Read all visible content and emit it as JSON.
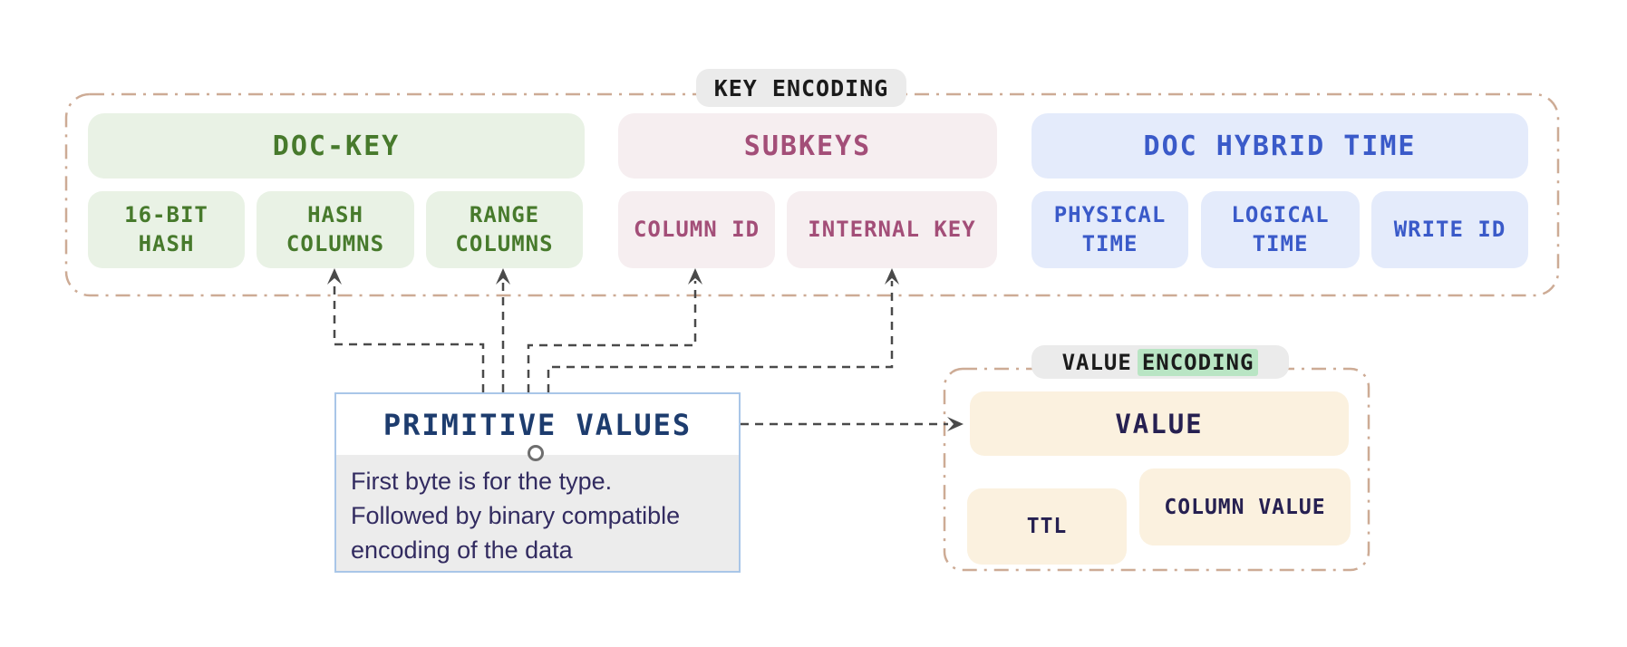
{
  "key_encoding": {
    "label": "KEY ENCODING",
    "groups": [
      {
        "title": "DOC-KEY",
        "items": [
          {
            "label": "16-BIT\nHASH"
          },
          {
            "label": "HASH\nCOLUMNS"
          },
          {
            "label": "RANGE\nCOLUMNS"
          }
        ]
      },
      {
        "title": "SUBKEYS",
        "items": [
          {
            "label": "COLUMN ID"
          },
          {
            "label": "INTERNAL KEY"
          }
        ]
      },
      {
        "title": "DOC HYBRID TIME",
        "items": [
          {
            "label": "PHYSICAL\nTIME"
          },
          {
            "label": "LOGICAL\nTIME"
          },
          {
            "label": "WRITE ID"
          }
        ]
      }
    ]
  },
  "primitive_values": {
    "title": "PRIMITIVE VALUES",
    "description": "First byte is for the type.\nFollowed by binary compatible\nencoding of the data"
  },
  "value_encoding": {
    "label_plain": "VALUE",
    "label_highlight": "ENCODING",
    "value_box": "VALUE",
    "ttl_box": "TTL",
    "column_value_box": "COLUMN VALUE"
  },
  "colors": {
    "container_border": "#cdab95",
    "connector": "#4a4a4a",
    "green_bg": "#e9f2e5",
    "green_text": "#477a2c",
    "pink_bg": "#f6eef0",
    "pink_text": "#a34e78",
    "blue_bg": "#e4ebfb",
    "blue_text": "#3a5ac9",
    "cream_bg": "#fbf1df",
    "navy_text": "#262051",
    "pill_bg": "#ebebeb",
    "highlight_bg": "#b9e5c4",
    "card_border": "#a9c6e8",
    "card_title": "#1d3c6e",
    "card_body_bg": "#ececec"
  }
}
